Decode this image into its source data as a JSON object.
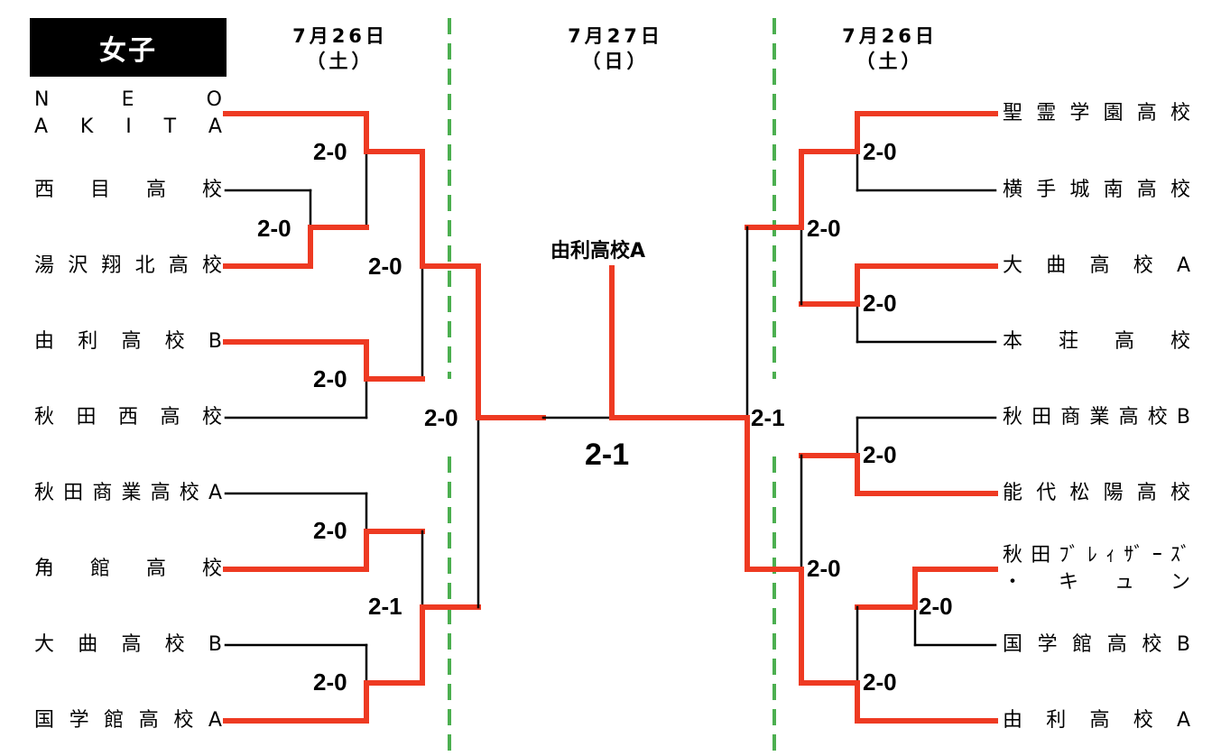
{
  "title": "女子",
  "dates": {
    "left": {
      "date": "7月26日",
      "day": "（土）"
    },
    "center": {
      "date": "7月27日",
      "day": "（日）"
    },
    "right": {
      "date": "7月26日",
      "day": "（土）"
    }
  },
  "champion": "由利高校A",
  "final_score": "2-1",
  "left_teams": [
    {
      "name": "NEOAKITA",
      "line1": [
        "N",
        "E",
        "O"
      ],
      "line2": [
        "A",
        "K",
        "I",
        "T",
        "A"
      ]
    },
    {
      "name": "西目高校",
      "chars": [
        "西",
        "目",
        "高",
        "校"
      ]
    },
    {
      "name": "湯沢翔北高校",
      "chars": [
        "湯",
        "沢",
        "翔",
        "北",
        "高",
        "校"
      ]
    },
    {
      "name": "由利高校B",
      "chars": [
        "由",
        "利",
        "高",
        "校",
        "B"
      ]
    },
    {
      "name": "秋田西高校",
      "chars": [
        "秋",
        "田",
        "西",
        "高",
        "校"
      ]
    },
    {
      "name": "秋田商業高校A",
      "chars": [
        "秋",
        "田",
        "商",
        "業",
        "高",
        "校",
        "A"
      ]
    },
    {
      "name": "角館高校",
      "chars": [
        "角",
        "館",
        "高",
        "校"
      ]
    },
    {
      "name": "大曲高校B",
      "chars": [
        "大",
        "曲",
        "高",
        "校",
        "B"
      ]
    },
    {
      "name": "国学館高校A",
      "chars": [
        "国",
        "学",
        "館",
        "高",
        "校",
        "A"
      ]
    }
  ],
  "right_teams": [
    {
      "name": "聖霊学園高校",
      "chars": [
        "聖",
        "霊",
        "学",
        "園",
        "高",
        "校"
      ]
    },
    {
      "name": "横手城南高校",
      "chars": [
        "横",
        "手",
        "城",
        "南",
        "高",
        "校"
      ]
    },
    {
      "name": "大曲高校A",
      "chars": [
        "大",
        "曲",
        "高",
        "校",
        "A"
      ]
    },
    {
      "name": "本荘高校",
      "chars": [
        "本",
        "荘",
        "高",
        "校"
      ]
    },
    {
      "name": "秋田商業高校B",
      "chars": [
        "秋",
        "田",
        "商",
        "業",
        "高",
        "校",
        "B"
      ]
    },
    {
      "name": "能代松陽高校",
      "chars": [
        "能",
        "代",
        "松",
        "陽",
        "高",
        "校"
      ]
    },
    {
      "name": "秋田ブレイザーズ・キュン",
      "line1": [
        "秋",
        "田",
        "ﾌﾞ",
        "ﾚ",
        "ｨ",
        "ｻﾞ",
        "ｰ",
        "ｽﾞ"
      ],
      "line2": [
        "・",
        "キ",
        "ュ",
        "ン"
      ]
    },
    {
      "name": "国学館高校B",
      "chars": [
        "国",
        "学",
        "館",
        "高",
        "校",
        "B"
      ]
    },
    {
      "name": "由利高校A",
      "chars": [
        "由",
        "利",
        "高",
        "校",
        "A"
      ]
    }
  ],
  "scores": {
    "l_r1_a": "2-0",
    "l_r0": "2-0",
    "l_r1_b": "2-0",
    "l_r1_c": "2-0",
    "l_r1_d": "2-0",
    "l_r2_a": "2-0",
    "l_r2_b": "2-1",
    "l_semi": "2-0",
    "r_r1_a": "2-0",
    "r_r1_b": "2-0",
    "r_r2_a": "2-0",
    "r_r1_c": "2-0",
    "r_r0": "2-0",
    "r_r1_d": "2-0",
    "r_r2_b": "2-0",
    "r_semi": "2-1"
  },
  "colors": {
    "win_line": "#ee3a22",
    "lose_line": "#000000",
    "divider": "#4caf50",
    "title_bg": "#000000",
    "title_fg": "#ffffff"
  }
}
